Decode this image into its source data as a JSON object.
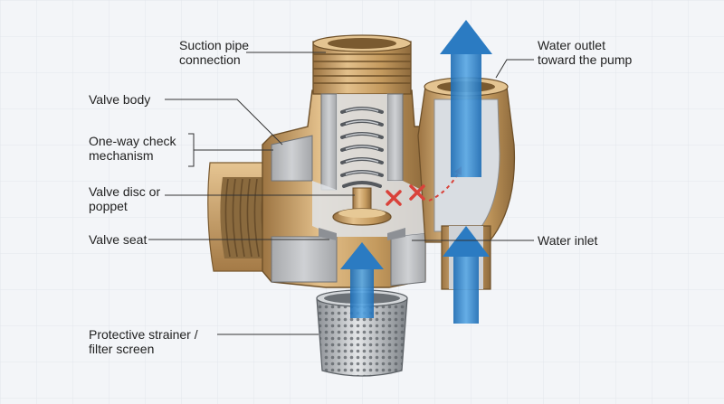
{
  "labels": {
    "suction": {
      "line1": "Suction pipe",
      "line2": "connection"
    },
    "outlet": {
      "line1": "Water outlet",
      "line2": "toward the pump"
    },
    "body": "Valve body",
    "check": {
      "line1": "One-way check",
      "line2": "mechanism"
    },
    "disc": {
      "line1": "Valve disc or",
      "line2": "poppet"
    },
    "seat": "Valve seat",
    "inlet": "Water inlet",
    "strainer": {
      "line1": "Protective strainer /",
      "line2": "filter screen"
    }
  },
  "colors": {
    "brass": "#c9a066",
    "brass_dark": "#8e6a3c",
    "cut_face": "#b8babd",
    "flow_arrow": "#3a86c8",
    "block_mark": "#d9423a",
    "background": "#f3f5f8"
  },
  "icons": {
    "flow": "up-arrow",
    "blocked": "x-mark"
  }
}
